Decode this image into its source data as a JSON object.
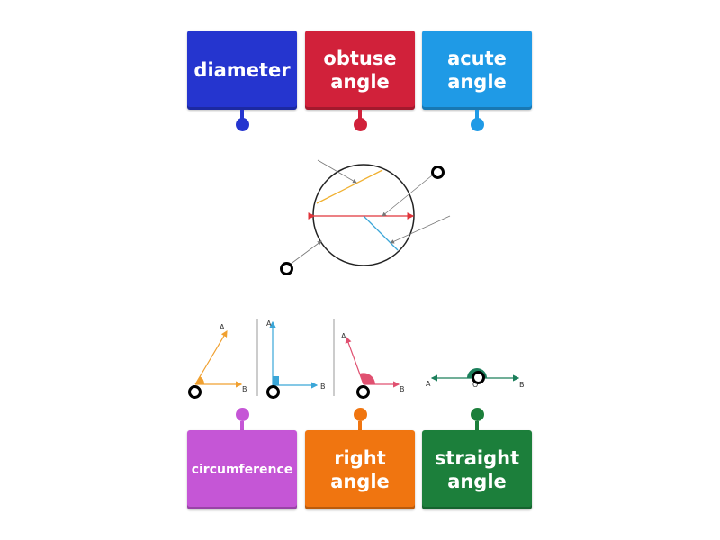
{
  "tiles_top": [
    {
      "label": "diameter",
      "color": "#2535cf"
    },
    {
      "label": "obtuse angle",
      "color": "#d1213a"
    },
    {
      "label": "acute angle",
      "color": "#1f9ae6"
    }
  ],
  "tiles_bottom": [
    {
      "label": "circumference",
      "color": "#c556d6"
    },
    {
      "label": "right angle",
      "color": "#f07510"
    },
    {
      "label": "straight angle",
      "color": "#1c7f3b"
    }
  ],
  "diagram_labels": {
    "a": "A",
    "b": "B",
    "o": "O"
  }
}
